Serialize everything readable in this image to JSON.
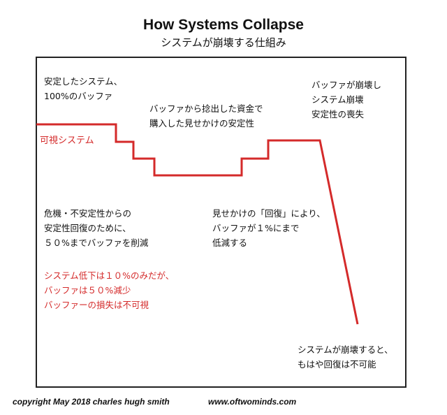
{
  "header": {
    "title": "How Systems Collapse",
    "subtitle": "システムが崩壊する仕組み"
  },
  "line_label": "可視システム",
  "notes": {
    "top_left": [
      "安定したシステム、",
      "100%のバッファ"
    ],
    "top_middle": [
      "バッファから捻出した資金で",
      "購入した見せかけの安定性"
    ],
    "top_right": [
      "バッファが崩壊し",
      "システム崩壊",
      "安定性の喪失"
    ],
    "middle_left": [
      "危機・不安定性からの",
      "安定性回復のために、",
      "５０%までバッファを削減"
    ],
    "middle_center": [
      "見せかけの「回復」により、",
      "バッファが１%にまで",
      "低減する"
    ],
    "red_left": [
      "システム低下は１０%のみだが、",
      "バッファは５０%減少",
      "バッファーの損失は不可視"
    ],
    "bottom_right": [
      "システムが崩壊すると、",
      "もはや回復は不可能"
    ]
  },
  "footer": {
    "copyright": "copyright May 2018  charles hugh smith",
    "website": "www.oftwominds.com"
  },
  "colors": {
    "line": "#d42a2a",
    "frame": "#222222",
    "text": "#111111"
  }
}
